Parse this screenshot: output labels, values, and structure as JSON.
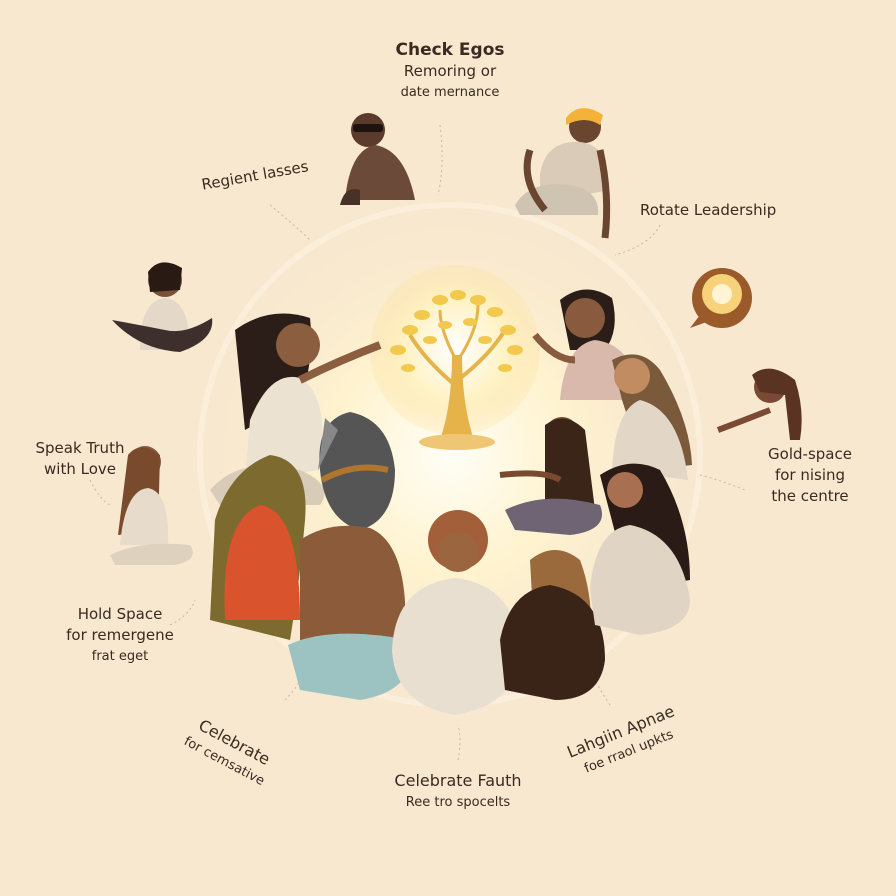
{
  "labels": {
    "top": {
      "title": "Check Egos",
      "line2": "Remoring or",
      "line3": "date mernance"
    },
    "top_left": {
      "text": "Regient lasses"
    },
    "right_top": {
      "text": "Rotate Leadership"
    },
    "left_mid": {
      "line1": "Speak Truth",
      "line2": "with Love"
    },
    "right_mid": {
      "line1": "Gold-space",
      "line2": "for nising",
      "line3": "the centre"
    },
    "left_lower": {
      "line1": "Hold Space",
      "line2": "for remergene",
      "line3": "frat eget"
    },
    "bottom_left": {
      "line1": "Celebrate",
      "line2": "for cemsative"
    },
    "bottom": {
      "line1": "Celebrate Fauth",
      "line2": "Ree tro spocelts"
    },
    "bottom_right": {
      "line1": "Lahgiin Apnae",
      "line2": "foe rraol upkts"
    }
  },
  "colors": {
    "background": "#f8e8cf",
    "glow": "#fff6dc",
    "tree": "#f2c94c",
    "text": "#3a2a20"
  },
  "icons": {
    "center": "tree-icon",
    "candle": "candle-icon"
  }
}
